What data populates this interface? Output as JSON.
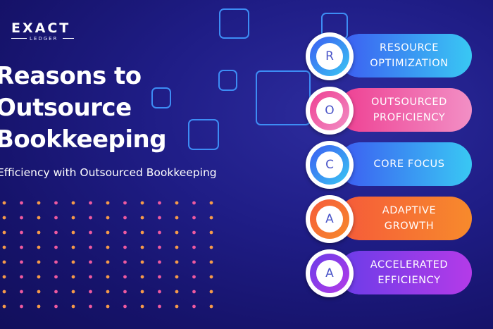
{
  "logo": {
    "name": "EXACT",
    "tagline": "LEDGER"
  },
  "headline": {
    "lines": [
      "Reasons to",
      "Outsource",
      "Bookkeeping"
    ]
  },
  "subheadline": "Efficiency with Outsourced Bookkeeping",
  "colors": {
    "background": "#1f1d86",
    "square_outline": "#3d8df5",
    "dot_orange": "#f59a4a",
    "dot_pink": "#ee5aa0",
    "blue_gradient": [
      "#3c5bf2",
      "#39c8f3"
    ],
    "pink_gradient": [
      "#ee3f92",
      "#f28fc5"
    ],
    "orange_gradient": [
      "#f55a3a",
      "#f78a2c"
    ],
    "purple_gradient": [
      "#6a3ce8",
      "#b43be8"
    ]
  },
  "items": [
    {
      "letter": "R",
      "label_line1": "RESOURCE",
      "label_line2": "OPTIMIZATION"
    },
    {
      "letter": "O",
      "label_line1": "OUTSOURCED",
      "label_line2": "PROFICIENCY"
    },
    {
      "letter": "C",
      "label_line1": "CORE FOCUS",
      "label_line2": ""
    },
    {
      "letter": "A",
      "label_line1": "ADAPTIVE",
      "label_line2": "GROWTH"
    },
    {
      "letter": "A",
      "label_line1": "ACCELERATED",
      "label_line2": "EFFICIENCY"
    }
  ]
}
